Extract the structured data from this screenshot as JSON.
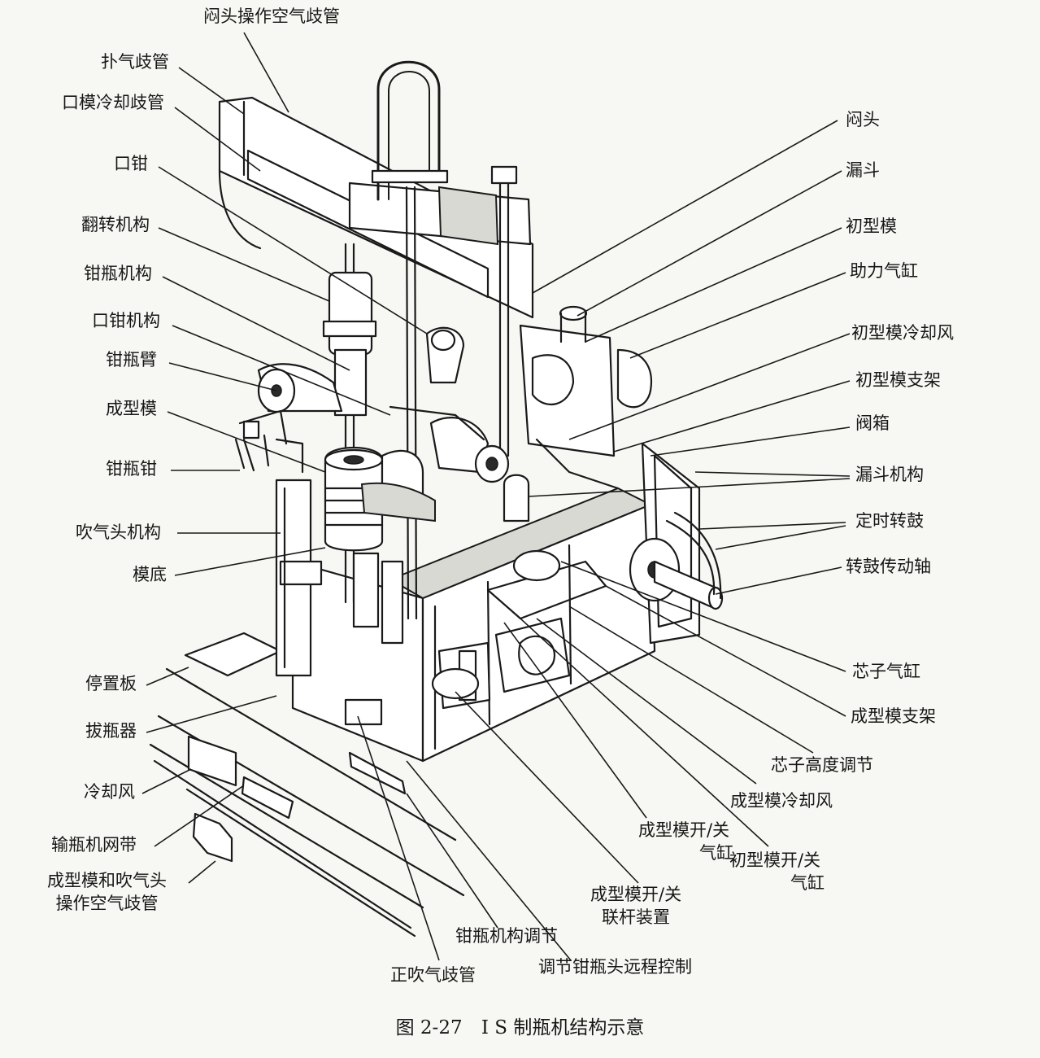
{
  "labels": {
    "l01": "闷头操作空气歧管",
    "l02": "扑气歧管",
    "l03": "口模冷却歧管",
    "l04": "口钳",
    "l05": "翻转机构",
    "l06": "钳瓶机构",
    "l07": "口钳机构",
    "l08": "钳瓶臂",
    "l09": "成型模",
    "l10": "钳瓶钳",
    "l11": "吹气头机构",
    "l12": "模底",
    "l13": "停置板",
    "l14": "拔瓶器",
    "l15": "冷却风",
    "l16": "输瓶机网带",
    "l17a": "成型模和吹气头",
    "l17b": "操作空气歧管",
    "l18": "闷头",
    "l19": "漏斗",
    "l20": "初型模",
    "l21": "助力气缸",
    "l22": "初型模冷却风",
    "l23": "初型模支架",
    "l24": "阀箱",
    "l25": "漏斗机构",
    "l26": "定时转鼓",
    "l27": "转鼓传动轴",
    "l28": "芯子气缸",
    "l29": "成型模支架",
    "l30": "芯子高度调节",
    "l31": "成型模冷却风",
    "l32a": "成型模开/关",
    "l32b": "气缸",
    "l33a": "初型模开/关",
    "l33b": "气缸",
    "l34a": "成型模开/关",
    "l34b": "联杆装置",
    "l35": "钳瓶机构调节",
    "l36": "调节钳瓶头远程控制",
    "l37": "正吹气歧管"
  },
  "caption": {
    "number": "图 2-27",
    "title": "I S 制瓶机结构示意"
  }
}
